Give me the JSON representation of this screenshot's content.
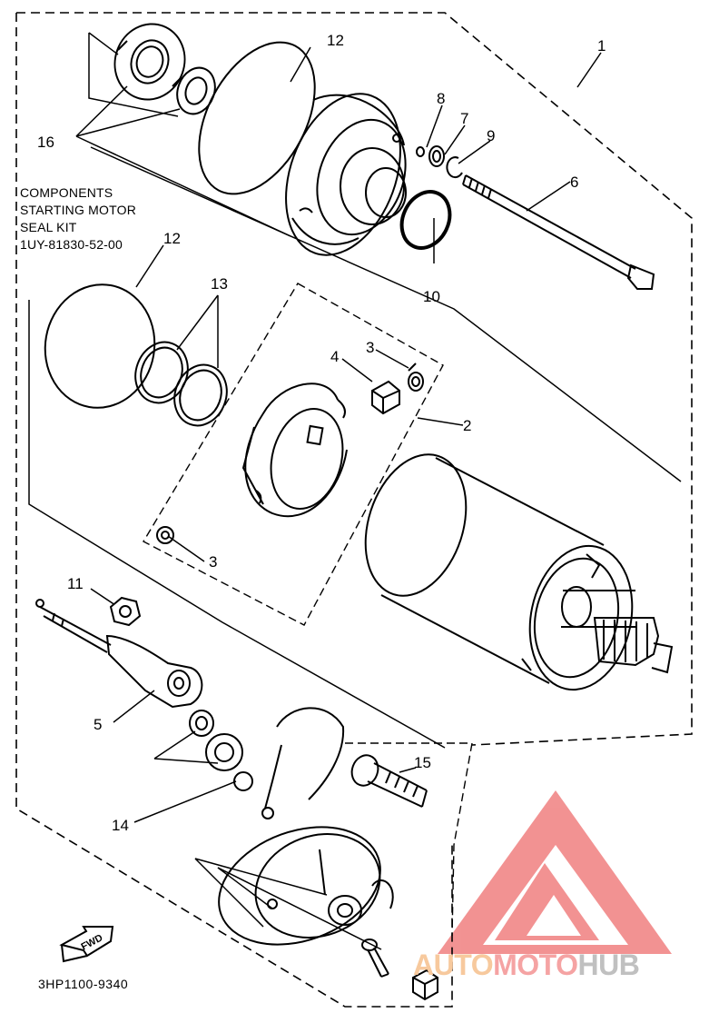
{
  "caption": {
    "line1": "COMPONENTS",
    "line2": "STARTING MOTOR",
    "line3": "SEAL KIT",
    "line4": "1UY-81830-52-00"
  },
  "part_numbers": {
    "p1": "1",
    "p2": "2",
    "p3a": "3",
    "p3b": "3",
    "p4": "4",
    "p5": "5",
    "p6": "6",
    "p7": "7",
    "p8": "8",
    "p9": "9",
    "p10": "10",
    "p11": "11",
    "p12a": "12",
    "p12b": "12",
    "p13": "13",
    "p14": "14",
    "p15": "15",
    "p16": "16"
  },
  "fwd_label": "FWD",
  "diagram_code": "3HP1100-9340",
  "watermark": {
    "part1": "AUTO",
    "part2": "MOTO",
    "part3": "HUB",
    "colors": {
      "auto": "#f7c99d",
      "moto": "#f5a3a3",
      "hub": "#c0c0c0",
      "logo": "#f08080"
    }
  }
}
